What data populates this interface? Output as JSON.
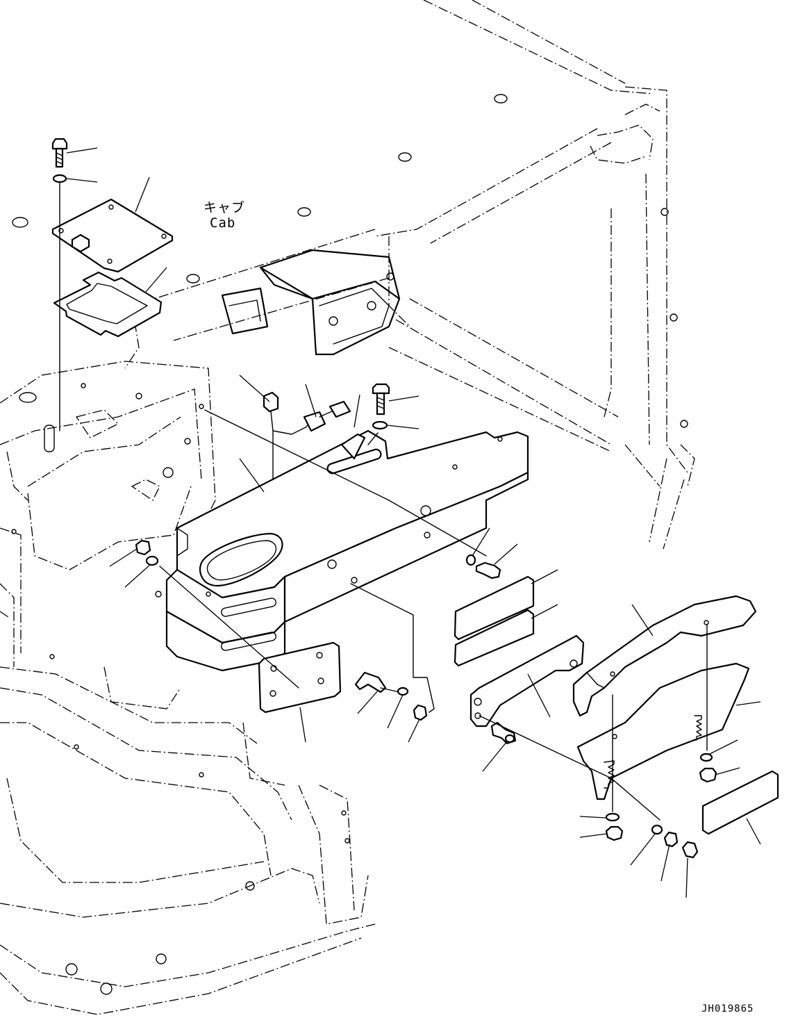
{
  "labels": {
    "cab_jp": "キャブ",
    "cab_en": "Cab",
    "drawing_code": "JH019865"
  },
  "colors": {
    "line": "#000000",
    "background": "#ffffff"
  }
}
